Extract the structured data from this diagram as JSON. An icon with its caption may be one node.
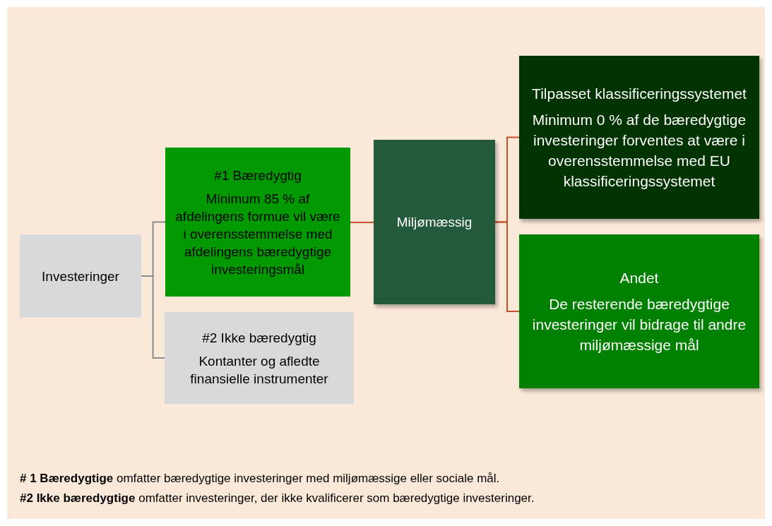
{
  "diagram": {
    "nodes": [
      {
        "text": [
          "Investeringer"
        ]
      },
      {
        "text": [
          "#1 Bæredygtig",
          "Minimum 85 % af afdelingens formue vil være i overensstemmelse med afdelingens bæredygtige investeringsmål"
        ]
      },
      {
        "text": [
          "#2 Ikke bæredygtig",
          "Kontanter og afledte finansielle instrumenter"
        ]
      },
      {
        "text": [
          "Miljømæssig"
        ]
      },
      {
        "text": [
          "Tilpasset klassificeringssystemet",
          "Minimum 0 % af de bæredygtige investeringer forventes at være i overensstemmelse med  EU klassificeringssystemet"
        ]
      },
      {
        "text": [
          "Andet",
          "De resterende bæredygtige investeringer vil bidrage til andre miljømæssige mål"
        ]
      }
    ],
    "edges": [
      {
        "from": 0,
        "to": 1,
        "arrow": "none",
        "color": "#8c8c8c"
      },
      {
        "from": 0,
        "to": 2,
        "arrow": "none",
        "color": "#8c8c8c"
      },
      {
        "from": 1,
        "to": 3,
        "arrow": "none",
        "color": "#c8502c"
      },
      {
        "from": 3,
        "to": 4,
        "arrow": "none",
        "color": "#c8502c"
      },
      {
        "from": 3,
        "to": 5,
        "arrow": "none",
        "color": "#c8502c"
      }
    ],
    "labels": [
      "**# 1 Bæredygtige** omfatter bæredygtige investeringer med miljømæssige eller sociale mål.",
      "**#2 Ikke bæredygtige** omfatter investeringer, der ikke kvalificerer som bæredygtige investeringer."
    ]
  }
}
